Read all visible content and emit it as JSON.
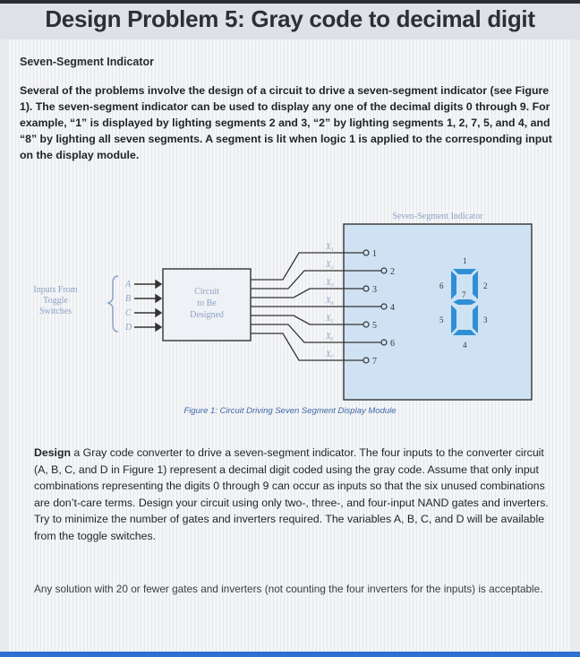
{
  "title": "Design Problem 5: Gray code to decimal digit",
  "section_heading": "Seven-Segment Indicator",
  "intro_paragraph": "Several of the problems involve the design of a circuit to drive a seven-segment indicator (see Figure 1). The seven-segment indicator can be used to display any one of the decimal digits 0 through 9. For example, “1” is displayed by lighting segments 2 and 3, “2” by lighting segments 1, 2, 7, 5, and 4, and “8” by lighting all seven segments. A segment is lit when logic 1 is applied to the corresponding input on the display module.",
  "figure": {
    "inputs_label": [
      "Inputs From",
      "Toggle",
      "Switches"
    ],
    "input_letters": [
      "A",
      "B",
      "C",
      "D"
    ],
    "circuit_label": [
      "Circuit",
      "to Be",
      "Designed"
    ],
    "wire_labels": [
      "X₁",
      "X₂",
      "X₃",
      "X₄",
      "X₅",
      "X₆",
      "X₇"
    ],
    "module_title": "Seven-Segment Indicator",
    "pin_labels": [
      "1",
      "2",
      "3",
      "4",
      "5",
      "6",
      "7"
    ],
    "segment_numbers": [
      "1",
      "2",
      "3",
      "4",
      "5",
      "6",
      "7"
    ],
    "segment_color": "#2f8fd6",
    "module_bg": "#cfe2f3",
    "caption": "Figure 1: Circuit Driving Seven Segment Display Module"
  },
  "design_lead": "Design",
  "design_paragraph": " a Gray code converter to drive a seven-segment indicator. The four inputs to the converter circuit (A, B, C, and D in Figure 1) represent a decimal digit coded using the gray code. Assume that only input combinations representing the digits 0 through 9 can occur as inputs so that the six unused combinations are don’t-care terms. Design your circuit using only two-, three-, and four-input NAND gates and inverters. Try to minimize the number of gates and inverters required. The variables A, B, C, and D will be available from the toggle switches.",
  "note_paragraph": "Any solution with 20 or fewer gates and inverters (not counting the four inverters for the inputs) is acceptable."
}
